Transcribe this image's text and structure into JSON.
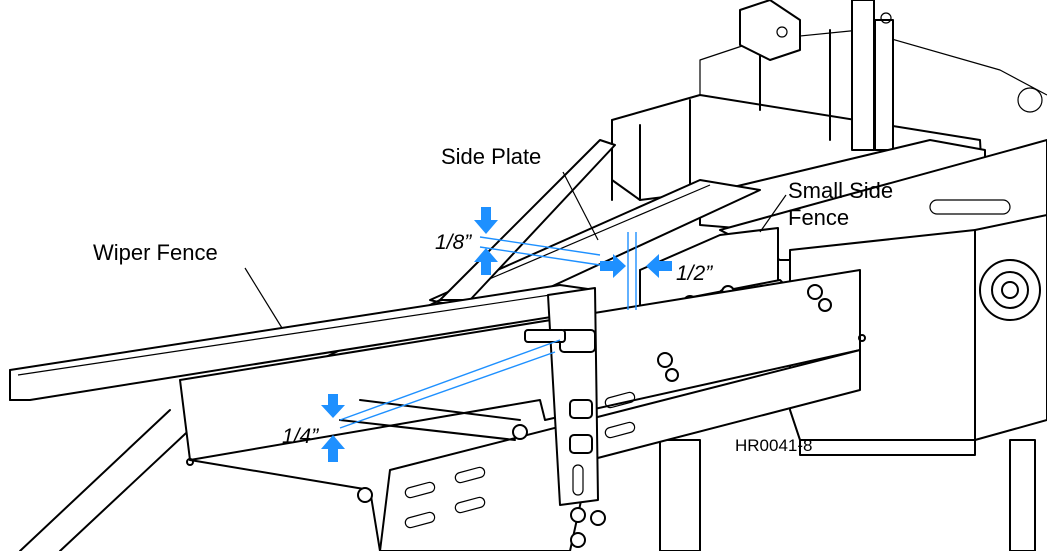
{
  "labels": {
    "side_plate": "Side Plate",
    "small_side_fence_line1": "Small Side",
    "small_side_fence_line2": "Fence",
    "wiper_fence": "Wiper Fence"
  },
  "dimensions": {
    "eighth_inch": "1/8”",
    "half_inch": "1/2”",
    "quarter_inch": "1/4”"
  },
  "drawing_code": "HR0041-8",
  "colors": {
    "dimension_arrow": "#1e90ff",
    "line_art": "#000000",
    "background": "#ffffff"
  }
}
